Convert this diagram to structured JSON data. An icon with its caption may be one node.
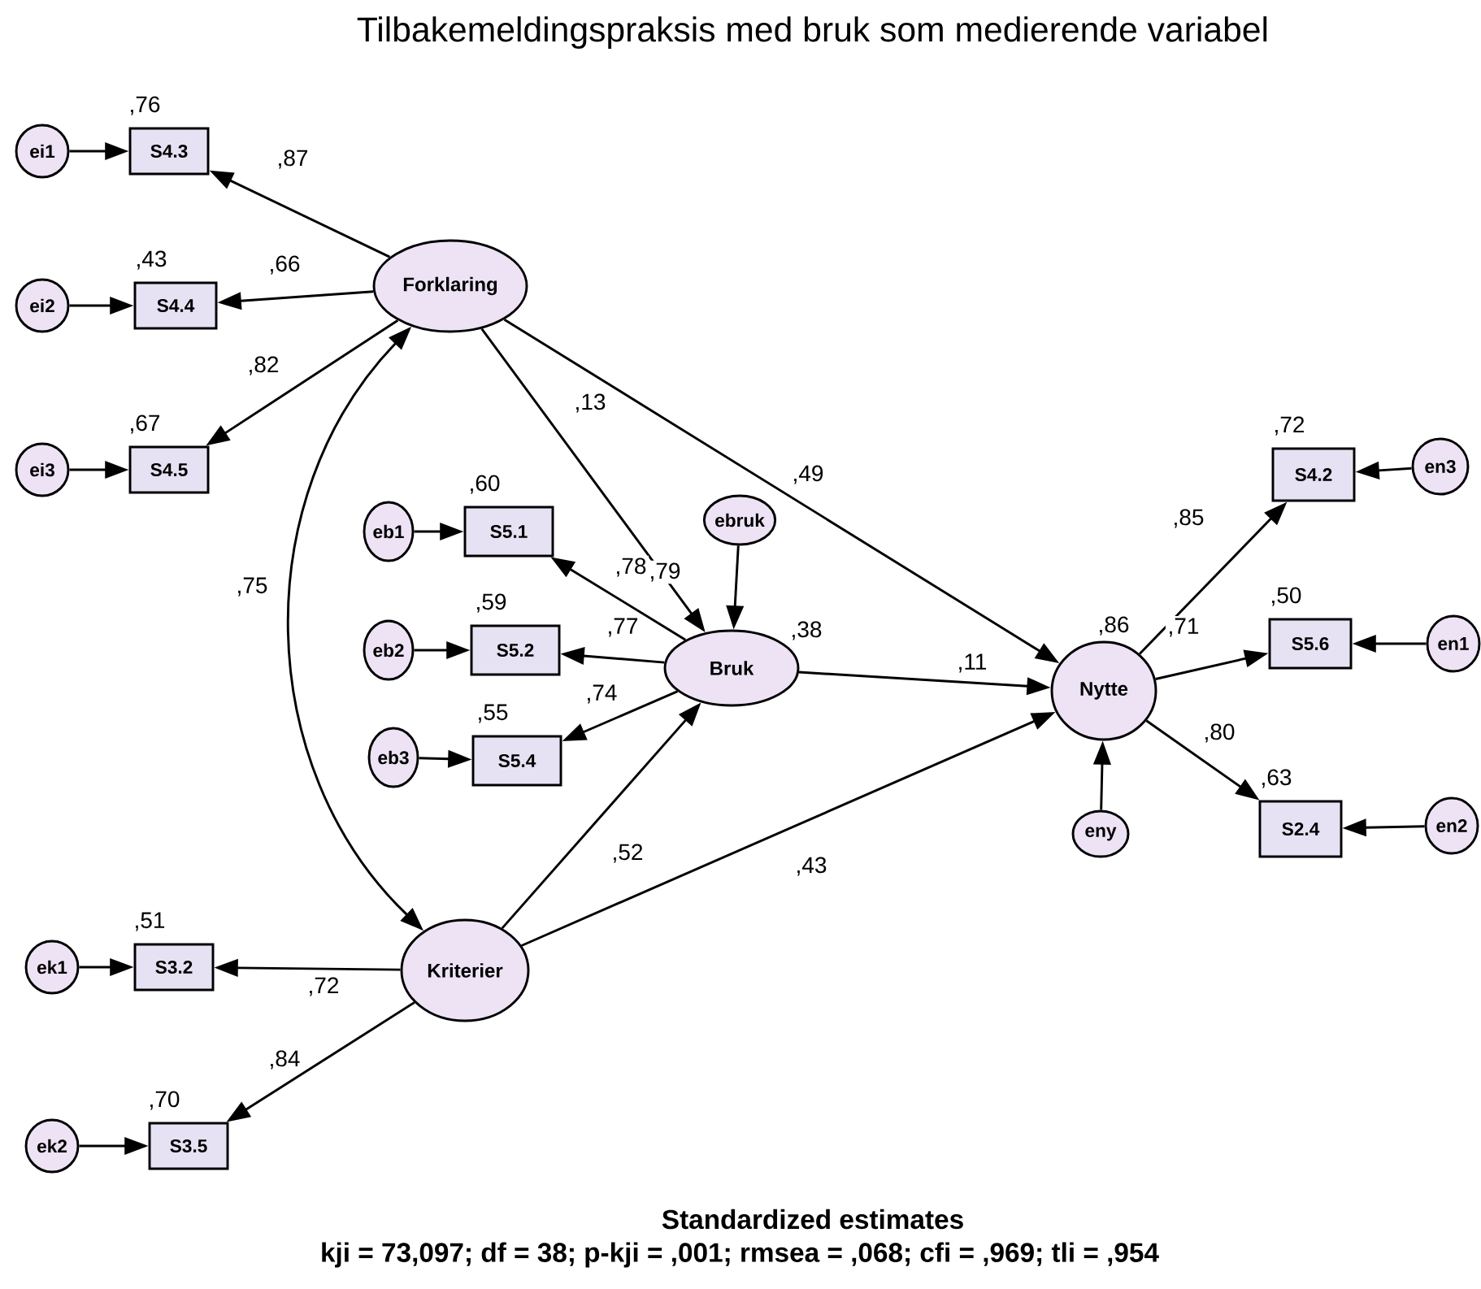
{
  "diagram": {
    "title": "Tilbakemeldingspraksis med bruk som medierende variabel",
    "caption": "Standardized estimates",
    "nodes": [
      {
        "text": [
          "Forklaring"
        ]
      },
      {
        "text": [
          "ei1"
        ]
      },
      {
        "text": [
          "S4.3"
        ],
        "beside": [
          ",76"
        ]
      },
      {
        "text": [
          "ei2"
        ]
      },
      {
        "text": [
          "S4.4"
        ],
        "beside": [
          ",43"
        ]
      },
      {
        "text": [
          "ei3"
        ]
      },
      {
        "text": [
          "S4.5"
        ],
        "beside": [
          ",67"
        ]
      },
      {
        "text": [
          "eb1"
        ]
      },
      {
        "text": [
          "S5.1"
        ],
        "beside": [
          ",60"
        ]
      },
      {
        "text": [
          "eb2"
        ]
      },
      {
        "text": [
          "S5.2"
        ],
        "beside": [
          ",59"
        ]
      },
      {
        "text": [
          "eb3"
        ]
      },
      {
        "text": [
          "S5.4"
        ],
        "beside": [
          ",55"
        ]
      },
      {
        "text": [
          "ebruk"
        ]
      },
      {
        "text": [
          "Bruk"
        ],
        "beside": [
          ",38"
        ]
      },
      {
        "text": [
          "Kriterier"
        ]
      },
      {
        "text": [
          "ek1"
        ]
      },
      {
        "text": [
          "S3.2"
        ],
        "beside": [
          ",51"
        ]
      },
      {
        "text": [
          "ek2"
        ]
      },
      {
        "text": [
          "S3.5"
        ],
        "beside": [
          ",70"
        ]
      },
      {
        "text": [
          "Nytte"
        ],
        "beside": [
          ",86"
        ]
      },
      {
        "text": [
          "eny"
        ]
      },
      {
        "text": [
          "S4.2"
        ],
        "beside": [
          ",72"
        ]
      },
      {
        "text": [
          "en3"
        ]
      },
      {
        "text": [
          "S5.6"
        ],
        "beside": [
          ",50"
        ]
      },
      {
        "text": [
          "en1"
        ]
      },
      {
        "text": [
          "S2.4"
        ],
        "beside": [
          ",63"
        ]
      },
      {
        "text": [
          "en2"
        ]
      }
    ],
    "edges": [
      {
        "from": 1,
        "to": 2,
        "arrow": "to"
      },
      {
        "from": 0,
        "to": 2,
        "arrow": "to",
        "label": ",87"
      },
      {
        "from": 3,
        "to": 4,
        "arrow": "to"
      },
      {
        "from": 0,
        "to": 4,
        "arrow": "to",
        "label": ",66"
      },
      {
        "from": 5,
        "to": 6,
        "arrow": "to"
      },
      {
        "from": 0,
        "to": 6,
        "arrow": "to",
        "label": ",82"
      },
      {
        "from": 0,
        "to": 15,
        "arrow": "both",
        "label": ",75"
      },
      {
        "from": 0,
        "to": 14,
        "arrow": "to",
        "label": ",13"
      },
      {
        "from": 0,
        "to": 20,
        "arrow": "to",
        "label": ",49"
      },
      {
        "from": 7,
        "to": 8,
        "arrow": "to"
      },
      {
        "from": 14,
        "to": 8,
        "arrow": "to",
        "label": ",78"
      },
      {
        "from": 9,
        "to": 10,
        "arrow": "to"
      },
      {
        "from": 14,
        "to": 10,
        "arrow": "to",
        "label": ",77"
      },
      {
        "from": 11,
        "to": 12,
        "arrow": "to"
      },
      {
        "from": 14,
        "to": 12,
        "arrow": "to",
        "label": ",74"
      },
      {
        "from": 13,
        "to": 14,
        "arrow": "to"
      },
      {
        "from": 15,
        "to": 14,
        "arrow": "to",
        "label": ",52"
      },
      {
        "from": 14,
        "to": 20,
        "arrow": "to",
        "label": ",11"
      },
      {
        "from": 15,
        "to": 20,
        "arrow": "to",
        "label": ",43"
      },
      {
        "from": 16,
        "to": 17,
        "arrow": "to"
      },
      {
        "from": 15,
        "to": 17,
        "arrow": "to",
        "label": ",72"
      },
      {
        "from": 18,
        "to": 19,
        "arrow": "to"
      },
      {
        "from": 15,
        "to": 19,
        "arrow": "to",
        "label": ",84"
      },
      {
        "from": 21,
        "to": 20,
        "arrow": "to"
      },
      {
        "from": 20,
        "to": 22,
        "arrow": "to",
        "label": ",85"
      },
      {
        "from": 23,
        "to": 22,
        "arrow": "to"
      },
      {
        "from": 20,
        "to": 24,
        "arrow": "to",
        "label": ",71"
      },
      {
        "from": 25,
        "to": 24,
        "arrow": "to"
      },
      {
        "from": 20,
        "to": 26,
        "arrow": "to",
        "label": ",80"
      },
      {
        "from": 27,
        "to": 26,
        "arrow": "to"
      }
    ],
    "labels": [
      ",79",
      "kji = 73,097; df = 38; p-kji = ,001; rmsea = ,068; cfi = ,969; tli = ,954"
    ]
  }
}
